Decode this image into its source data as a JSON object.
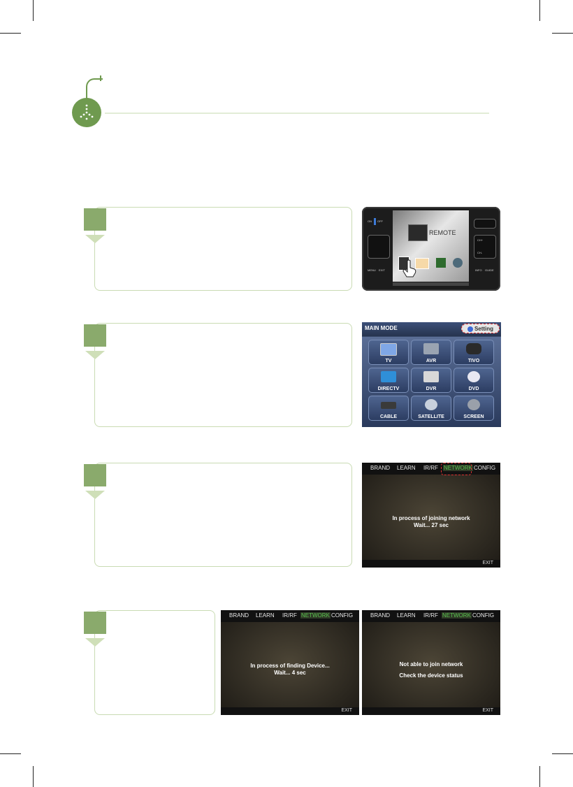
{
  "remote_screen": {
    "title": "REMOTE",
    "left_labels": [
      "ON",
      "OFF",
      "MENU",
      "EXIT"
    ],
    "right_labels": [
      "CH+",
      "CH-",
      "INFO",
      "GUIDE"
    ]
  },
  "main_mode": {
    "title": "MAIN MODE",
    "setting_label": "Setting",
    "devices": [
      {
        "label": "TV",
        "icon": "tv-icon"
      },
      {
        "label": "AVR",
        "icon": "speaker-icon"
      },
      {
        "label": "TIVO",
        "icon": "tivo-icon"
      },
      {
        "label": "DIRECTV",
        "icon": "directv-icon"
      },
      {
        "label": "DVR",
        "icon": "dvr-icon"
      },
      {
        "label": "DVD",
        "icon": "dvd-icon"
      },
      {
        "label": "CABLE",
        "icon": "cable-icon"
      },
      {
        "label": "SATELLITE",
        "icon": "satellite-icon"
      },
      {
        "label": "SCREEN",
        "icon": "film-reel-icon"
      }
    ]
  },
  "network_tabs": [
    "BRAND",
    "LEARN",
    "IR/RF",
    "NETWORK",
    "CONFIG"
  ],
  "network_screens": [
    {
      "line1": "In process of joining network",
      "line2": "Wait... 27 sec",
      "exit": "EXIT"
    },
    {
      "line1": "In process of finding Device...",
      "line2": "Wait... 4 sec",
      "exit": "EXIT"
    },
    {
      "line1": "Not able to join network",
      "line2": "Check the device status",
      "exit": "EXIT"
    }
  ],
  "colors": {
    "accent_green": "#6f9a4f",
    "step_green": "#8aaa6c",
    "box_border": "#c9dbb3",
    "highlight_red": "#e03030",
    "network_active": "#58c050"
  }
}
